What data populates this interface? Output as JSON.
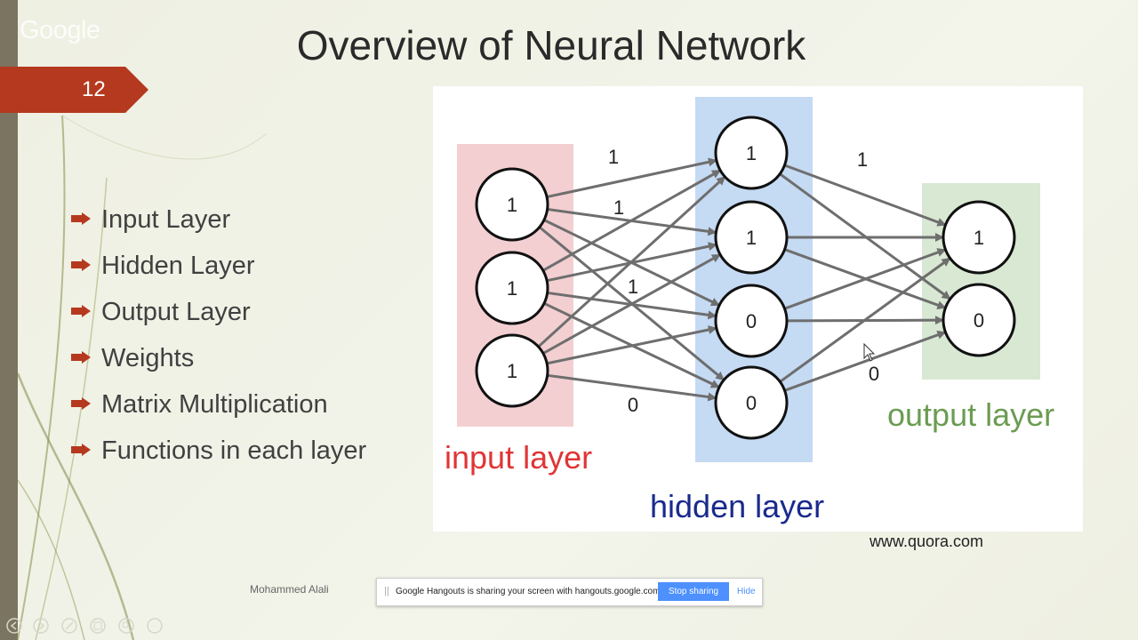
{
  "slide": {
    "number": "12",
    "title": "Overview of Neural Network",
    "bullets": [
      "Input Layer",
      "Hidden Layer",
      "Output Layer",
      "Weights",
      "Matrix Multiplication",
      "Functions in each layer"
    ],
    "author": "Mohammed Alali",
    "source": "www.quora.com",
    "accent_color": "#b5391e"
  },
  "overlay": {
    "google_logo": "Google"
  },
  "diagram": {
    "input_label": "input layer",
    "hidden_label": "hidden layer",
    "output_label": "output layer",
    "input_color": "#e03535",
    "hidden_color": "#1a2a8c",
    "output_color": "#6b9c52",
    "input_values": [
      "1",
      "1",
      "1"
    ],
    "hidden_values": [
      "1",
      "1",
      "0",
      "0"
    ],
    "output_values": [
      "1",
      "0"
    ],
    "weight_labels": [
      "1",
      "1",
      "1",
      "0",
      "1",
      "0"
    ]
  },
  "share_bar": {
    "message": "Google Hangouts is sharing your screen with hangouts.google.com.",
    "stop_label": "Stop sharing",
    "hide_label": "Hide"
  }
}
